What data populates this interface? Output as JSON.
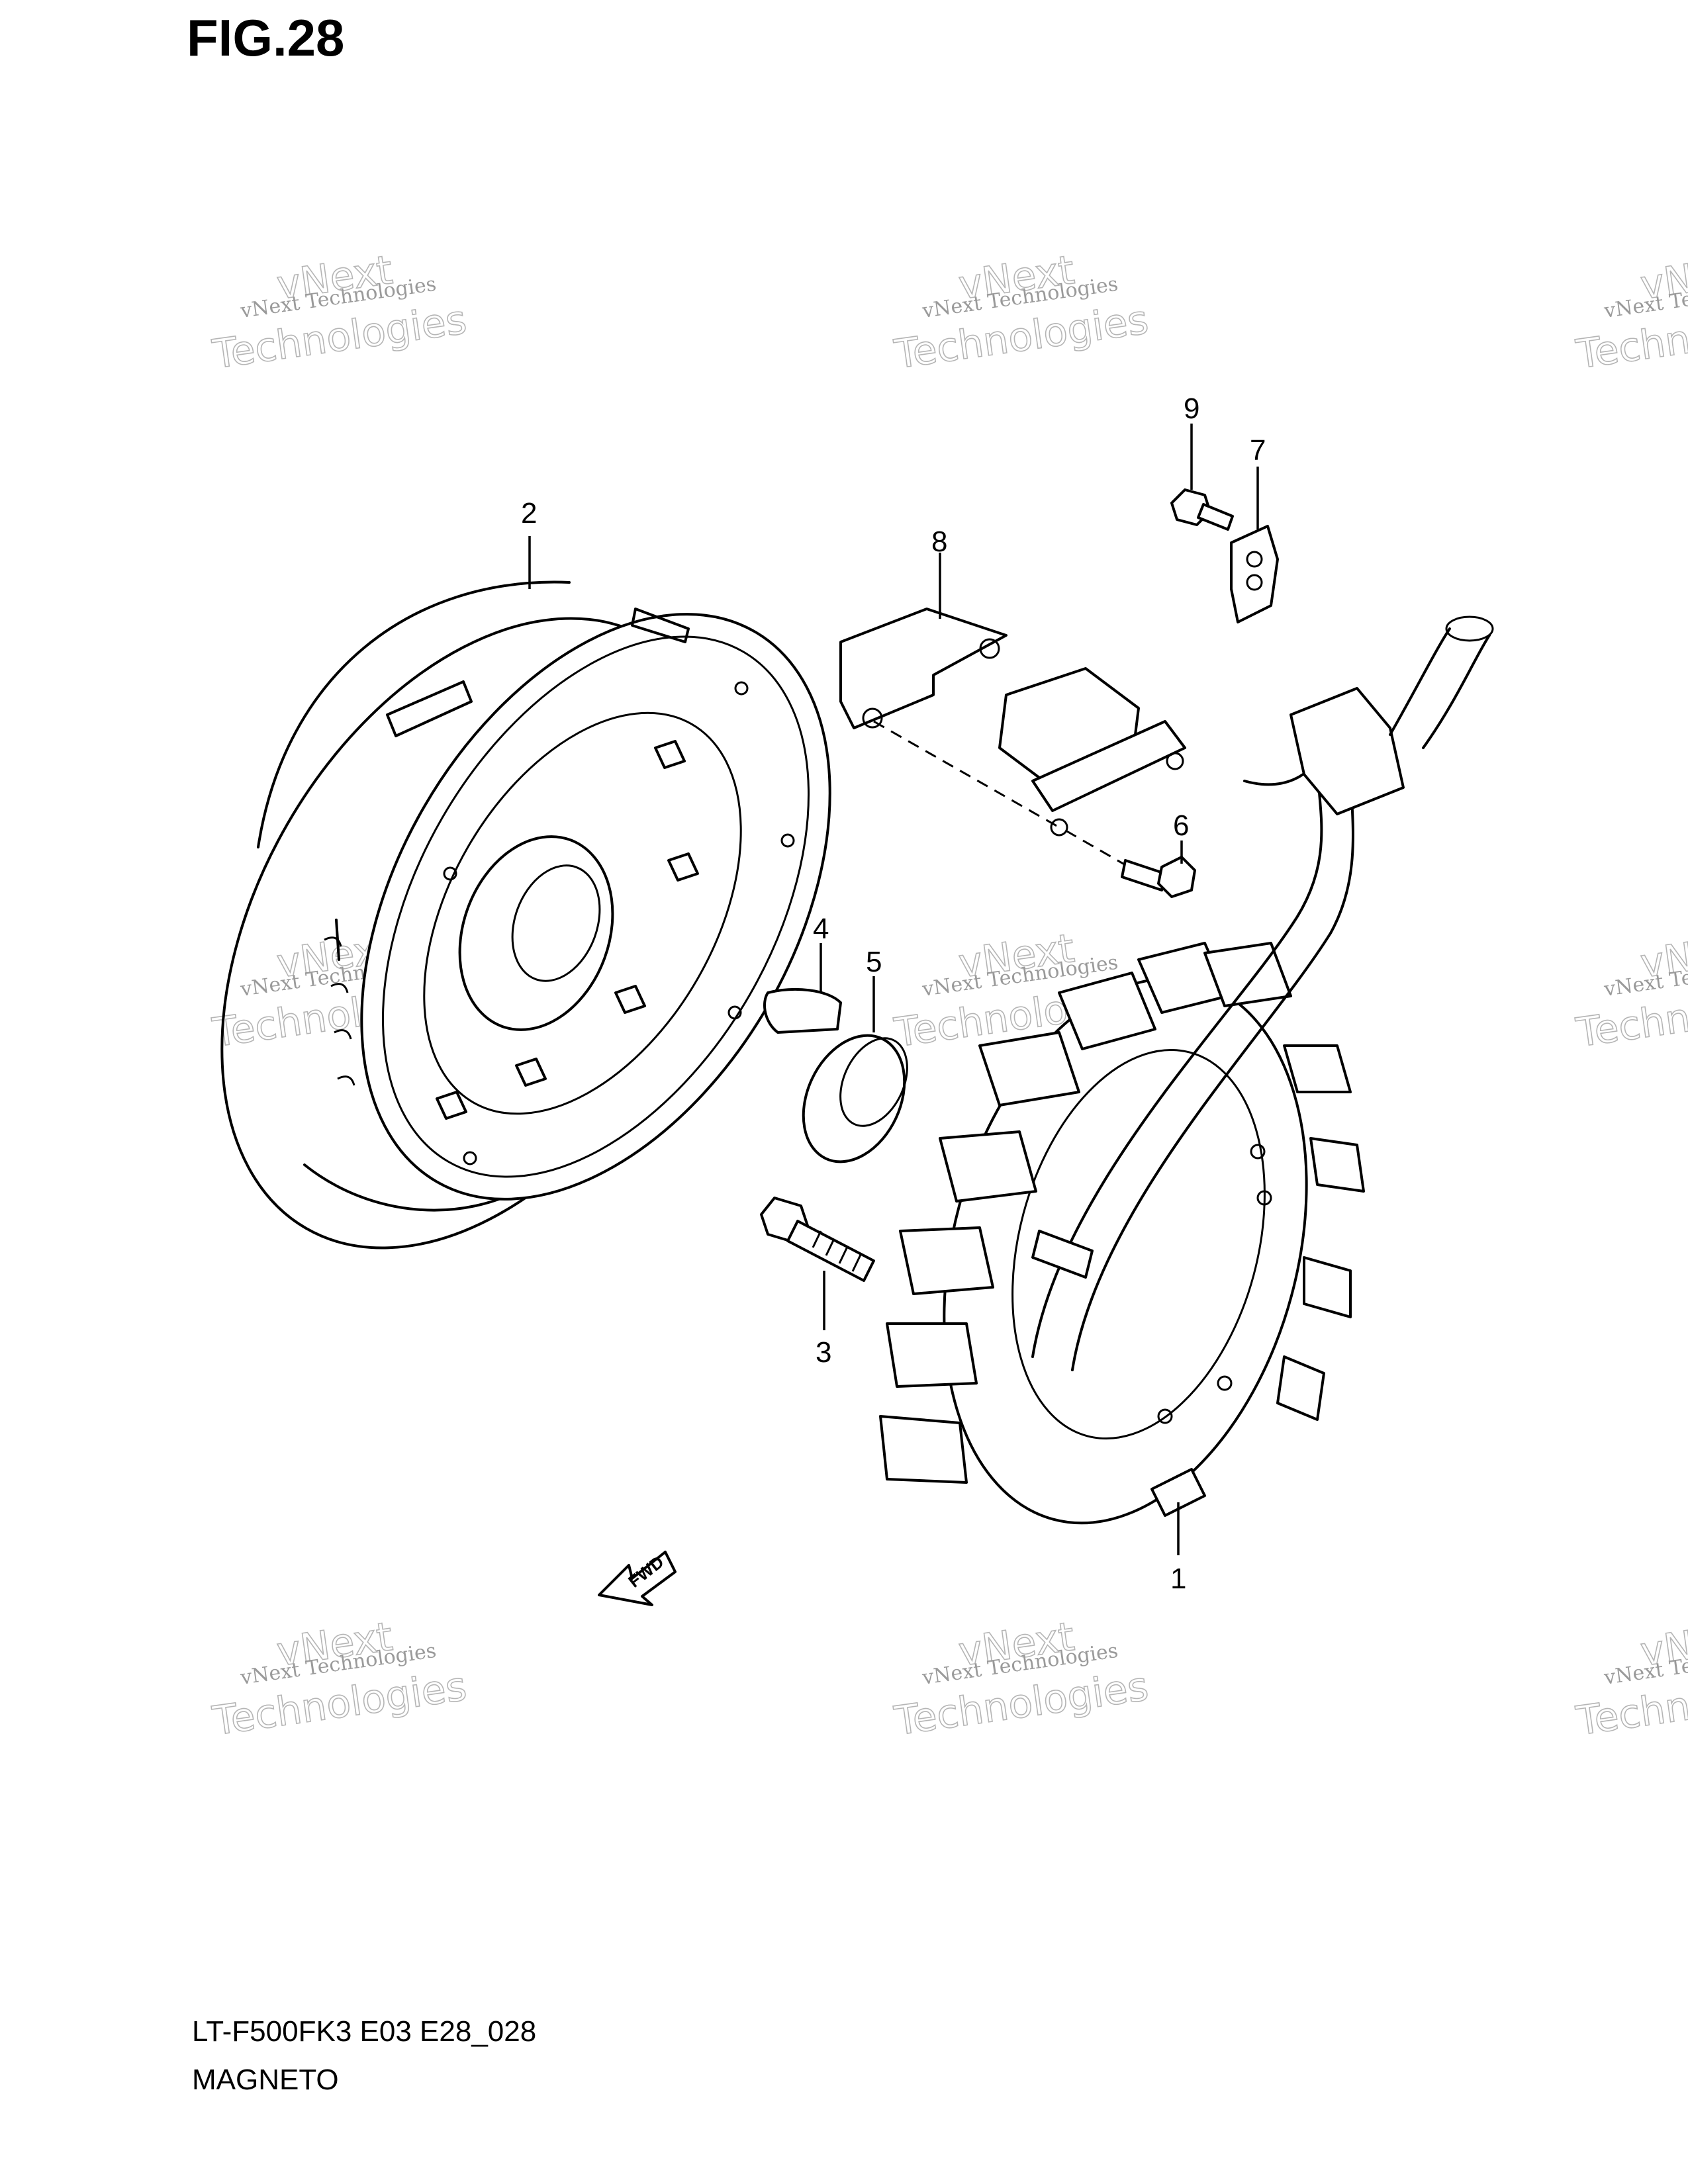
{
  "figure": {
    "title": "FIG.28",
    "model_code": "LT-F500FK3 E03 E28_028",
    "caption": "MAGNETO"
  },
  "watermark": {
    "line_small": "vNext Technologies",
    "line_big_1": "vNext",
    "line_big_2": "Technologies"
  },
  "direction_arrow": {
    "label": "FWD"
  },
  "callouts": [
    {
      "id": "1",
      "label": "1",
      "part": "stator"
    },
    {
      "id": "2",
      "label": "2",
      "part": "rotor-flywheel"
    },
    {
      "id": "3",
      "label": "3",
      "part": "rotor-bolt"
    },
    {
      "id": "4",
      "label": "4",
      "part": "key"
    },
    {
      "id": "5",
      "label": "5",
      "part": "washer"
    },
    {
      "id": "6",
      "label": "6",
      "part": "bolt"
    },
    {
      "id": "7",
      "label": "7",
      "part": "clamp"
    },
    {
      "id": "8",
      "label": "8",
      "part": "bracket"
    },
    {
      "id": "9",
      "label": "9",
      "part": "bolt"
    }
  ]
}
